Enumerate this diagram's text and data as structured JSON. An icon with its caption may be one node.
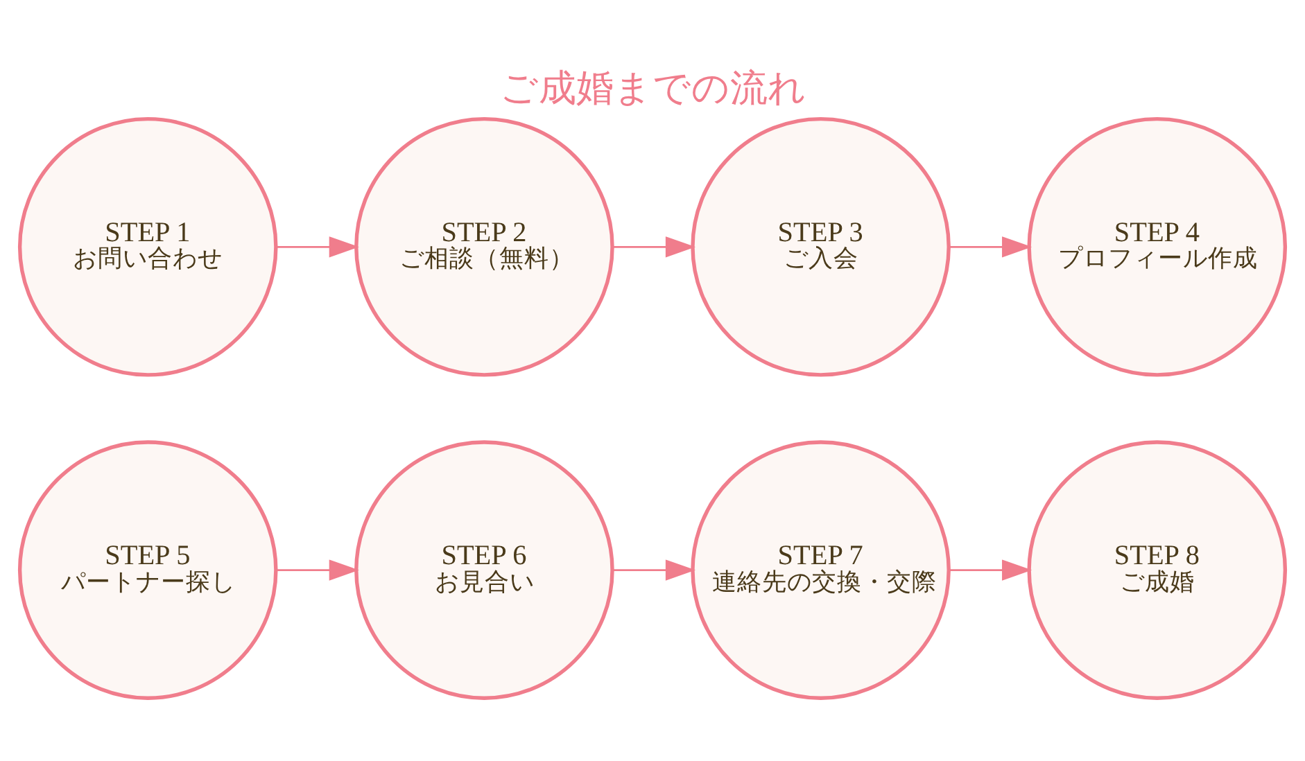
{
  "diagram": {
    "title": "ご成婚までの流れ",
    "nodes": [
      {
        "text": [
          "STEP 1",
          "お問い合わせ"
        ]
      },
      {
        "text": [
          "STEP 2",
          "ご相談（無料）"
        ]
      },
      {
        "text": [
          "STEP 3",
          "ご入会"
        ]
      },
      {
        "text": [
          "STEP 4",
          "プロフィール作成"
        ]
      },
      {
        "text": [
          "STEP 5",
          "パートナー探し"
        ]
      },
      {
        "text": [
          "STEP 6",
          "お見合い"
        ]
      },
      {
        "text": [
          "STEP 7",
          "連絡先の交換・交際"
        ]
      },
      {
        "text": [
          "STEP 8",
          "ご成婚"
        ]
      }
    ],
    "edges": [
      {
        "from": 0,
        "to": 1,
        "arrow": "to"
      },
      {
        "from": 1,
        "to": 2,
        "arrow": "to"
      },
      {
        "from": 2,
        "to": 3,
        "arrow": "to"
      },
      {
        "from": 4,
        "to": 5,
        "arrow": "to"
      },
      {
        "from": 5,
        "to": 6,
        "arrow": "to"
      },
      {
        "from": 6,
        "to": 7,
        "arrow": "to"
      }
    ]
  }
}
